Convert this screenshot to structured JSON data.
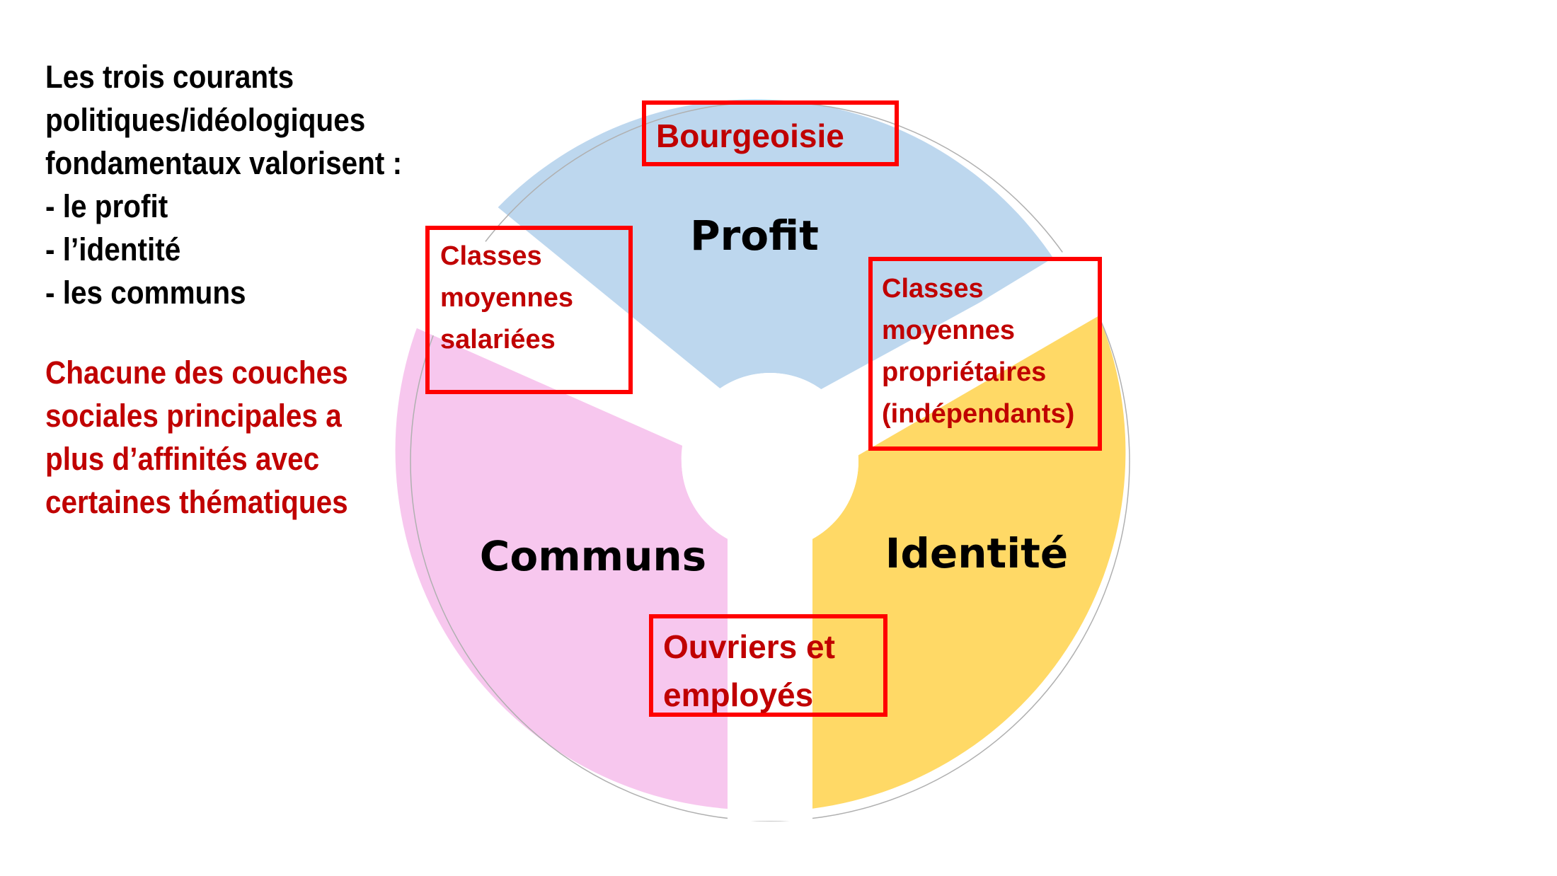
{
  "intro": {
    "lines": [
      "Les trois courants",
      "politiques/idéologiques",
      "fondamentaux valorisent :",
      "- le profit",
      "- l’identité",
      "- les communs"
    ]
  },
  "note": {
    "color": "#c00000",
    "lines": [
      "Chacune des couches",
      "sociales principales a",
      "plus d’affinités avec",
      "certaines thématiques"
    ]
  },
  "sectors": [
    {
      "id": "profit",
      "label": "Profit",
      "color": "#bdd7ee"
    },
    {
      "id": "identite",
      "label": "Identité",
      "color": "#ffd966"
    },
    {
      "id": "communs",
      "label": "Communs",
      "color": "#f7c7ee"
    }
  ],
  "groups": [
    {
      "id": "bourgeoisie",
      "lines": [
        "Bourgeoisie"
      ]
    },
    {
      "id": "classes-moyennes-salariees",
      "lines": [
        "Classes",
        "moyennes",
        "salariées"
      ]
    },
    {
      "id": "classes-moyennes-proprietaires",
      "lines": [
        "Classes",
        "moyennes",
        "propriétaires",
        "(indépendants)"
      ]
    },
    {
      "id": "ouvriers-employes",
      "lines": [
        "Ouvriers et",
        "employés"
      ]
    }
  ],
  "colors": {
    "box_border": "#ff0000",
    "group_text": "#c00000",
    "intro_text": "#000000"
  }
}
